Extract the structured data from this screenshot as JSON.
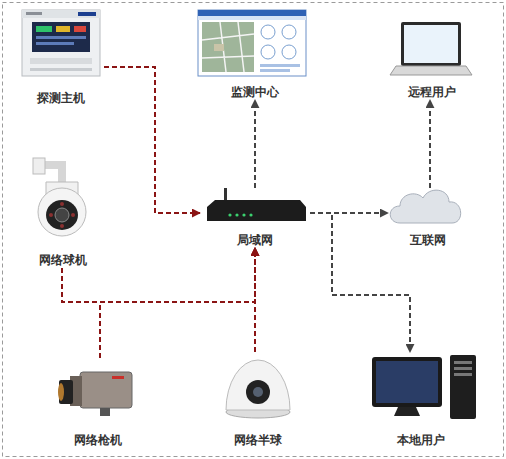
{
  "diagram": {
    "nodes": [
      {
        "text": [
          "探测主机"
        ]
      },
      {
        "text": [
          "监测中心"
        ]
      },
      {
        "text": [
          "远程用户"
        ]
      },
      {
        "text": [
          "网络球机"
        ]
      },
      {
        "text": [
          "局域网"
        ]
      },
      {
        "text": [
          "互联网"
        ]
      },
      {
        "text": [
          "网络枪机"
        ]
      },
      {
        "text": [
          "网络半球"
        ]
      },
      {
        "text": [
          "本地用户"
        ]
      }
    ],
    "edges": [
      {
        "from": 0,
        "to": 4,
        "arrow": "to"
      },
      {
        "from": 3,
        "to": 4,
        "arrow": "to"
      },
      {
        "from": 6,
        "to": 4,
        "arrow": "to"
      },
      {
        "from": 7,
        "to": 4,
        "arrow": "to"
      },
      {
        "from": 4,
        "to": 1,
        "arrow": "to"
      },
      {
        "from": 4,
        "to": 5,
        "arrow": "to"
      },
      {
        "from": 5,
        "to": 2,
        "arrow": "to"
      },
      {
        "from": 4,
        "to": 8,
        "arrow": "to"
      }
    ]
  }
}
